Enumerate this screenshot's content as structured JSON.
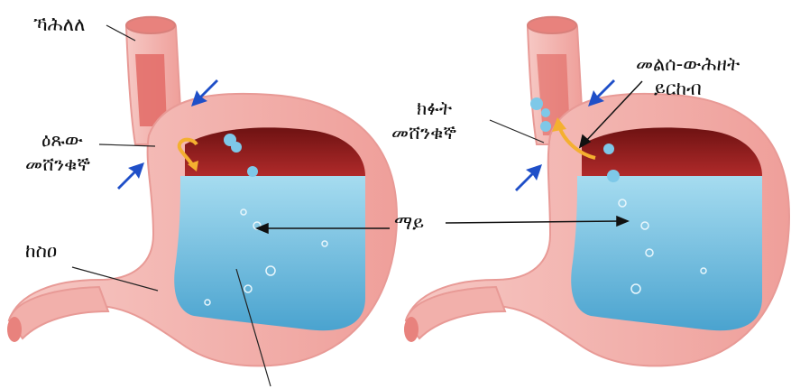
{
  "labels": {
    "esophagus": "ኻሕለለ",
    "sphincter_closed_l1": "ዕጹው",
    "sphincter_closed_l2": "መሸንቁኞ",
    "stomach": "ከስዐ",
    "sphincter_open_l1": "ክፉት",
    "sphincter_open_l2": "መሸንቁኞ",
    "acid_reflux_l1": "መልሰ-ውሕዘት",
    "acid_reflux_l2": "ይርከብ",
    "water": "ማይ"
  },
  "colors": {
    "stomach_wall": "#f4b8b4",
    "stomach_wall_edge": "#e89a96",
    "inner_lining": "#e8827d",
    "acid_dark": "#8c1d1d",
    "water": "#7ec8e8",
    "water_dark": "#4aa3cf",
    "arrow_blue": "#1f4fc8",
    "flow_arrow": "#f4b030"
  }
}
